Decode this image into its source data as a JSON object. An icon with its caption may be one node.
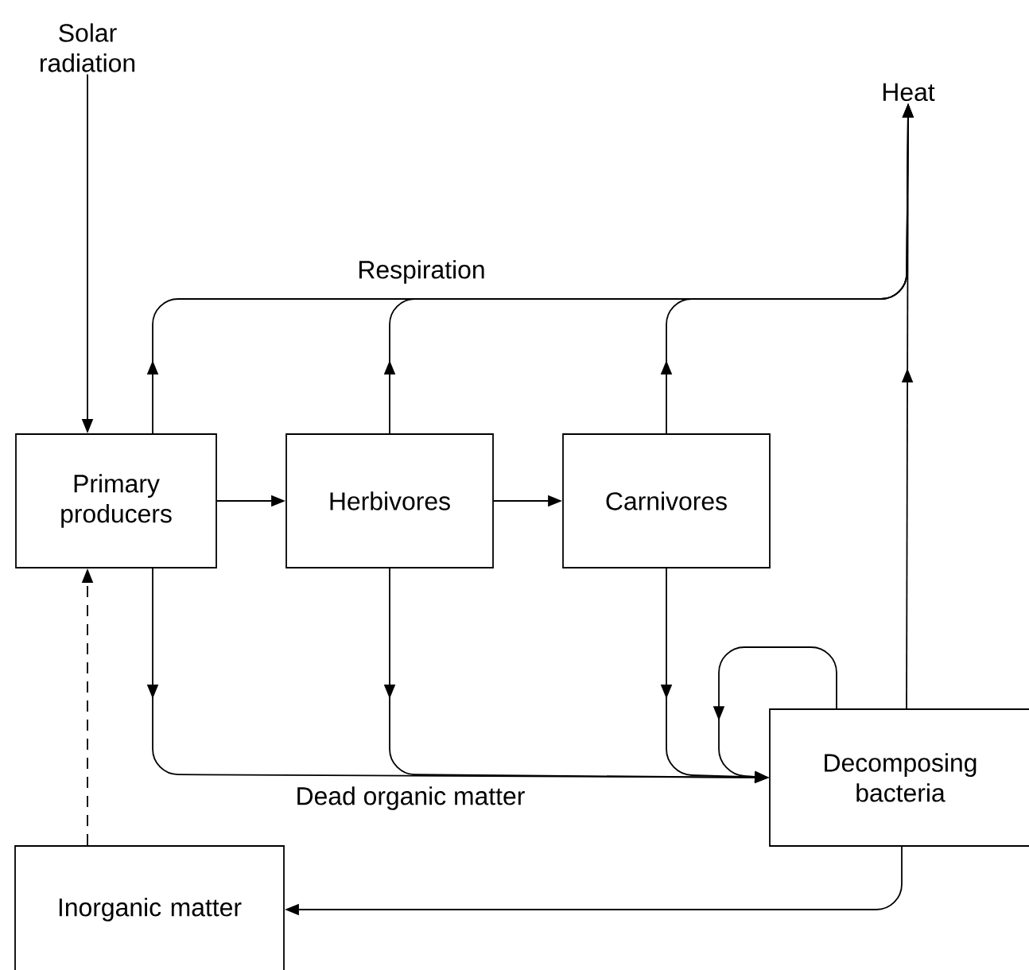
{
  "diagram": {
    "nodes": [
      {
        "text": [
          "Solar radiation"
        ]
      },
      {
        "text": [
          "Heat"
        ]
      },
      {
        "text": [
          "Primary producers"
        ]
      },
      {
        "text": [
          "Herbivores"
        ]
      },
      {
        "text": [
          "Carnivores"
        ]
      },
      {
        "text": [
          "Decomposing bacteria"
        ]
      },
      {
        "text": [
          "Inorganic matter"
        ]
      }
    ],
    "edges": [
      {
        "from": 0,
        "to": 2,
        "arrow": "to"
      },
      {
        "from": 2,
        "to": 3,
        "arrow": "to"
      },
      {
        "from": 3,
        "to": 4,
        "arrow": "to"
      },
      {
        "from": 2,
        "to": 1,
        "arrow": "to",
        "label": "Respiration"
      },
      {
        "from": 3,
        "to": 1,
        "arrow": "to"
      },
      {
        "from": 4,
        "to": 1,
        "arrow": "to"
      },
      {
        "from": 5,
        "to": 1,
        "arrow": "to"
      },
      {
        "from": 2,
        "to": 5,
        "arrow": "to",
        "label": "Dead organic matter"
      },
      {
        "from": 3,
        "to": 5,
        "arrow": "to"
      },
      {
        "from": 4,
        "to": 5,
        "arrow": "to"
      },
      {
        "from": 5,
        "to": 5,
        "arrow": "to"
      },
      {
        "from": 6,
        "to": 2,
        "arrow": "to",
        "style": "dashed"
      },
      {
        "from": 5,
        "to": 6,
        "arrow": "to"
      }
    ]
  }
}
